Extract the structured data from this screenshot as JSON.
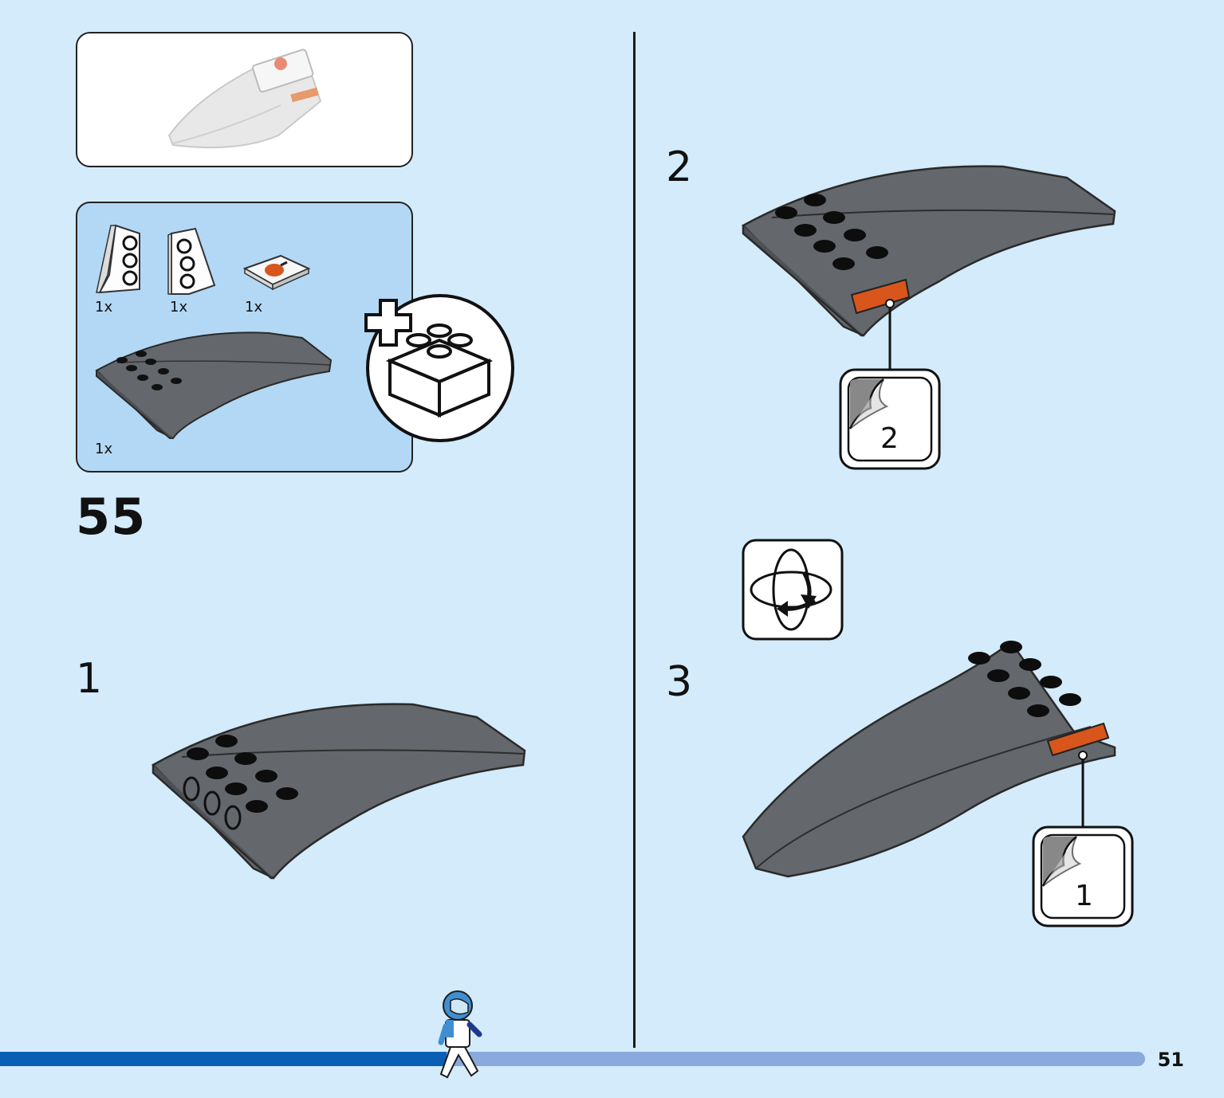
{
  "page": {
    "number": "51"
  },
  "sub_step": {
    "number": "55"
  },
  "parts": [
    {
      "qty": "1x",
      "icon": "wedge-plate-left-white-icon"
    },
    {
      "qty": "1x",
      "icon": "wedge-plate-right-white-icon"
    },
    {
      "qty": "1x",
      "icon": "printed-tile-orange-icon"
    },
    {
      "qty": "1x",
      "icon": "trans-black-windscreen-icon"
    }
  ],
  "steps": [
    {
      "label": "1"
    },
    {
      "label": "2"
    },
    {
      "label": "3"
    }
  ],
  "stickers": [
    {
      "number": "2"
    },
    {
      "number": "1"
    }
  ],
  "icons": {
    "add_assembly": "add-subassembly-icon",
    "rotate": "rotate-model-icon",
    "minifigure": "astronaut-minifigure-icon"
  },
  "colors": {
    "background": "#d3ebfb",
    "parts_panel": "#b3d8f5",
    "trans_black": "#5e6166",
    "sticker_orange": "#d8561b",
    "progress_done": "#0a5fb4",
    "progress_todo": "#8aa9dc"
  },
  "progress": {
    "fraction": 0.39
  }
}
